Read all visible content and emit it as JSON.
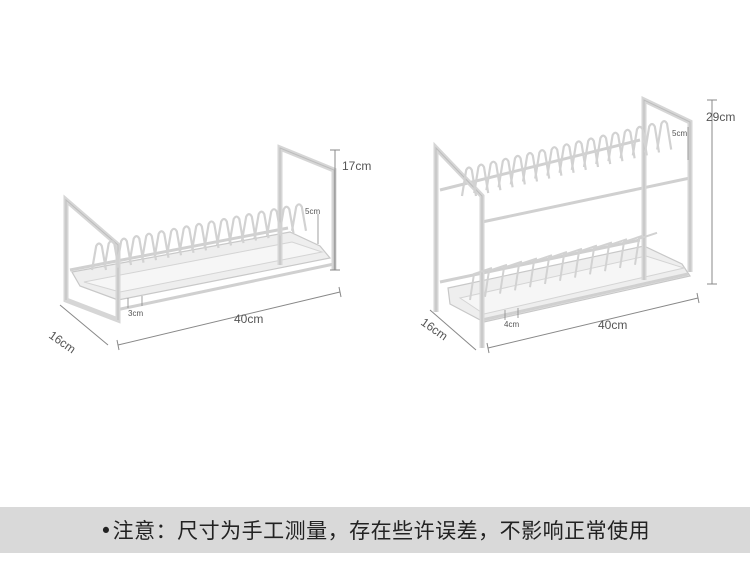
{
  "products": {
    "single_tier": {
      "height_label": "17cm",
      "length_label": "40cm",
      "depth_label": "16cm",
      "slot_height_label": "5cm",
      "slot_gap_label": "3cm"
    },
    "double_tier": {
      "height_label": "29cm",
      "length_label": "40cm",
      "depth_label": "16cm",
      "slot_height_label": "5cm",
      "slot_gap_label": "4cm"
    }
  },
  "note": {
    "text": "•注意：尺寸为手工测量，存在些许误差，不影响正常使用"
  },
  "colors": {
    "frame": "#e2e2e2",
    "frame_edge": "#c8c8c8",
    "dimension_line": "#888888",
    "note_bar": "#d9d9d9"
  }
}
